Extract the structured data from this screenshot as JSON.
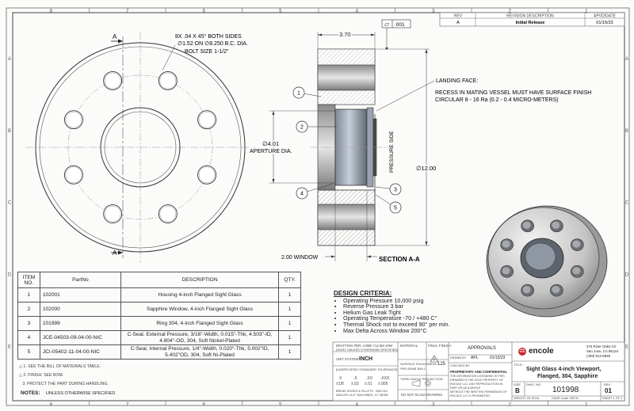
{
  "zones": {
    "columns": [
      "8",
      "7",
      "6",
      "5",
      "4",
      "3",
      "2",
      "1"
    ],
    "rows": [
      "A",
      "B",
      "C",
      "D",
      "E"
    ]
  },
  "revision_block": {
    "headers": {
      "rev": "REV",
      "description": "REVISION DESCRIPTION",
      "approved_date": "APVD/DATE"
    },
    "rows": [
      {
        "rev": "A",
        "description": "Initial Release",
        "date": "01/15/23"
      }
    ]
  },
  "front_view": {
    "section_arrow_top": "A",
    "section_arrow_bottom": "A",
    "chamfer_note": "8X  .04 X 45° BOTH SIDES",
    "hole_note": "∅1.52 ON ∅8.250 B.C. DIA.",
    "bolt_note": "BOLT SIZE 1-1/2\""
  },
  "section_view": {
    "width_dim": "3.70",
    "flatness": {
      "symbol": "▱",
      "value": ".001"
    },
    "landing_face": "LANDING FACE:",
    "recess_line1": "RECESS IN MATING VESSEL MUST HAVE SURFACE FINISH",
    "recess_line2": "CIRCULAR 8 - 16 Ra (0.2 - 0.4 MICRO-METERS)",
    "aperture_dim": "∅4.01",
    "aperture_label": "APERTURE DIA.",
    "outer_dim": "∅12.00",
    "pressure_side": "PRESSURE SIDE",
    "window_dim": "2.00 WINDOW",
    "title": "SECTION A-A",
    "balloons": [
      "1",
      "2",
      "3",
      "4",
      "5"
    ]
  },
  "bom": {
    "headers": {
      "item": "ITEM NO.",
      "part": "PartNo",
      "description": "DESCRIPTION",
      "qty": "QTY."
    },
    "rows": [
      {
        "item": "1",
        "part": "102001",
        "description": "Housing 4-inch Flanged Sight Glass",
        "qty": "1"
      },
      {
        "item": "2",
        "part": "102000",
        "description": "Sapphire Window, 4-inch Flanged Sight Glass",
        "qty": "1"
      },
      {
        "item": "3",
        "part": "101999",
        "description": "Ring 304, 4-inch Flanged Sight Glass",
        "qty": "1"
      },
      {
        "item": "4",
        "part": "JCE-04503-09-04-00-NIC",
        "description": "C-Seal, External Pressure, 3/16\"-Width, 0.015\"-Thk, 4.503\"-ID, 4.804\"-OD, 304, Soft Nickel-Plated",
        "qty": "1"
      },
      {
        "item": "5",
        "part": "JCI-05402-11-04-00-NIC",
        "description": "C-Seal, Internal Pressure, 1/4\"-Width, 0.020\"-Thk, 5.002\"ID, 5.402\"OD, 304, Soft Ni-Plated",
        "qty": "1"
      }
    ]
  },
  "notes": {
    "items": [
      "SEE THE BILL OF MATERIALS TABLE.",
      "FINISH: SEE BOM.",
      "PROTECT THE PART DURING HANDLING."
    ],
    "label": "NOTES:",
    "unless": "UNLESS OTHERWISE SPECIFIED"
  },
  "design_criteria": {
    "title": "DESIGN CRITERIA:",
    "items": [
      "Operating Pressure 10,000 psig",
      "Reverse Pressure 3 bar",
      "Helium Gas Leak Tight",
      "Operating Temperature -70 / +480 C°",
      "Thermal Shock not to exceed 90° per min.",
      "Max Delta Across Window 200°C"
    ]
  },
  "title_block": {
    "drafting": "DRAFTING PER: ASME Y14.5M-1994",
    "drafting2": "(ISO87 UNLESS OTHERWISE SPECIFIED)",
    "unit_label": "UNIT SYSTEM:",
    "unit_value": "INCH",
    "tolerance_label": "[UNSPECIFIED STANDARD TOLERANCE]",
    "tol_headers": [
      "X",
      ".X",
      ".XX",
      ".XXX"
    ],
    "tol_values": [
      "±1/8",
      "±.03",
      "±.01",
      "±.005"
    ],
    "break_edges": "BREAK EDGES & FILLETS: .005/.010",
    "angles": "ANGLES ±1/2° MACHINED, ±1° BEND",
    "material": "MATERIAL:",
    "final_finish": "FINAL FINISH:",
    "finish_number": "2",
    "surface_rough_label": "SURFACE ROUGHNESS:",
    "surface_rough_value": "125",
    "surface_rough_std": "PER ASME B46.1",
    "third_angle": "THIRD ANGLE PROJECTION",
    "do_not_scale": "DO NOT SCALE DRAWING",
    "approvals": "APPROVALS",
    "drawn_by": "DRAWN BY",
    "drawn_initials": "APL",
    "drawn_date": "01/15/23",
    "checked_by": "CHECKED BY",
    "proprietary_title": "PROPRIETARY AND CONFIDENTIAL",
    "proprietary_lines": [
      "THE INFORMATION CONTAINED IN THIS",
      "DRAWING IS THE SOLE PROPERTY OF",
      "ENCOLE LLC. ANY REPRODUCTION IN",
      "PART OR AS A WHOLE",
      "WITHOUT THE WRITTEN PERMISSION OF",
      "ENCOLE LLC IS PROHIBITED."
    ],
    "company": "encole",
    "address": [
      "373 River Oaks Cir.",
      "San Jose, CA 95134",
      "(408) 914-5839"
    ],
    "title_label": "TITLE:",
    "title": [
      "Sight Glass 4-inch Viewport,",
      "Flanged, 304, Sapphire"
    ],
    "size_label": "SIZE",
    "size": "B",
    "dwg_label": "DWG. NO.",
    "dwg_no": "101998",
    "rev_label": "REV",
    "rev": "01",
    "weight": "WEIGHT: 90.76 lbs",
    "cage": "CAGE Code: 92EJ2",
    "sheet": "SHEET 1 OF 1"
  }
}
